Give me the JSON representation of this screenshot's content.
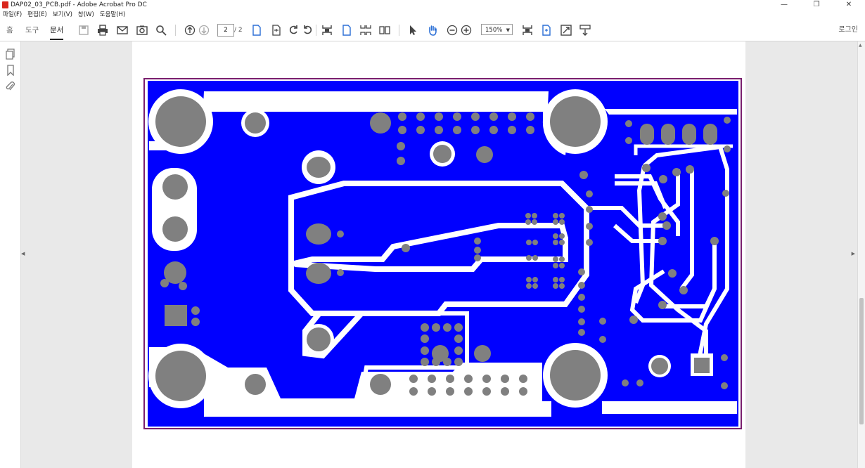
{
  "window": {
    "title": "DAP02_03_PCB.pdf - Adobe Acrobat Pro DC",
    "minimize_glyph": "—",
    "restore_glyph": "❐",
    "close_glyph": "✕"
  },
  "menu": [
    "파일(F)",
    "편집(E)",
    "보기(V)",
    "창(W)",
    "도움말(H)"
  ],
  "nav_tabs": [
    "홈",
    "도구",
    "문서"
  ],
  "toolbar": {
    "page_current": "2",
    "page_total": "/ 2",
    "zoom": "150%",
    "login": "로그인"
  },
  "colors": {
    "copper": "#0000ff",
    "clearance": "#ffffff",
    "pad": "#808080",
    "outline": "#7a1f6e"
  }
}
